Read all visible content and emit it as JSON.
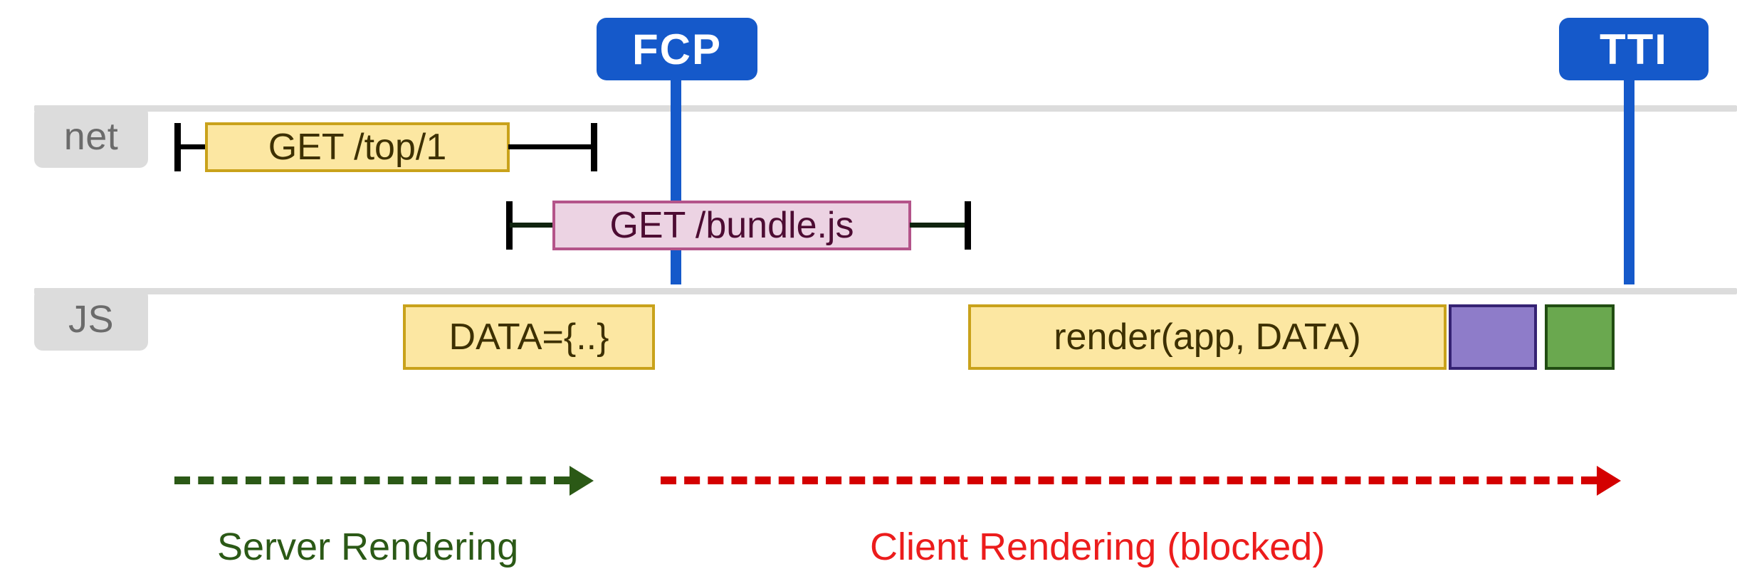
{
  "diagram": {
    "title": "Server Rendering vs Client Rendering timeline",
    "colors": {
      "milestone_blue": "#1559ca",
      "lane_chip_grey": "#dcdcdc",
      "network_bar_yellow": "#fce7a2",
      "network_bar_yellow_border": "#c9a21b",
      "bundle_bar_pink": "#ecd3e3",
      "bundle_bar_pink_border": "#b4548a",
      "purple_block": "#8e7cc9",
      "green_block": "#6aa84f",
      "server_phase_green": "#2b5916",
      "client_phase_red": "#d40000"
    }
  },
  "milestones": [
    {
      "id": "fcp",
      "label": "FCP"
    },
    {
      "id": "tti",
      "label": "TTI"
    }
  ],
  "lanes": [
    {
      "id": "net",
      "label": "net"
    },
    {
      "id": "js",
      "label": "JS"
    }
  ],
  "tasks": [
    {
      "id": "get-top-1",
      "lane": "net",
      "label": "GET /top/1",
      "style": "yellow"
    },
    {
      "id": "get-bundle-js",
      "lane": "net",
      "label": "GET /bundle.js",
      "style": "pink"
    },
    {
      "id": "data-assign",
      "lane": "js",
      "label": "DATA={..}",
      "style": "yellow"
    },
    {
      "id": "render-app",
      "lane": "js",
      "label": "render(app, DATA)",
      "style": "yellow"
    },
    {
      "id": "block-purple",
      "lane": "js",
      "label": "",
      "style": "purple"
    },
    {
      "id": "block-green",
      "lane": "js",
      "label": "",
      "style": "green"
    }
  ],
  "phases": [
    {
      "id": "server-rendering",
      "label": "Server Rendering"
    },
    {
      "id": "client-rendering",
      "label": "Client Rendering (blocked)"
    }
  ]
}
